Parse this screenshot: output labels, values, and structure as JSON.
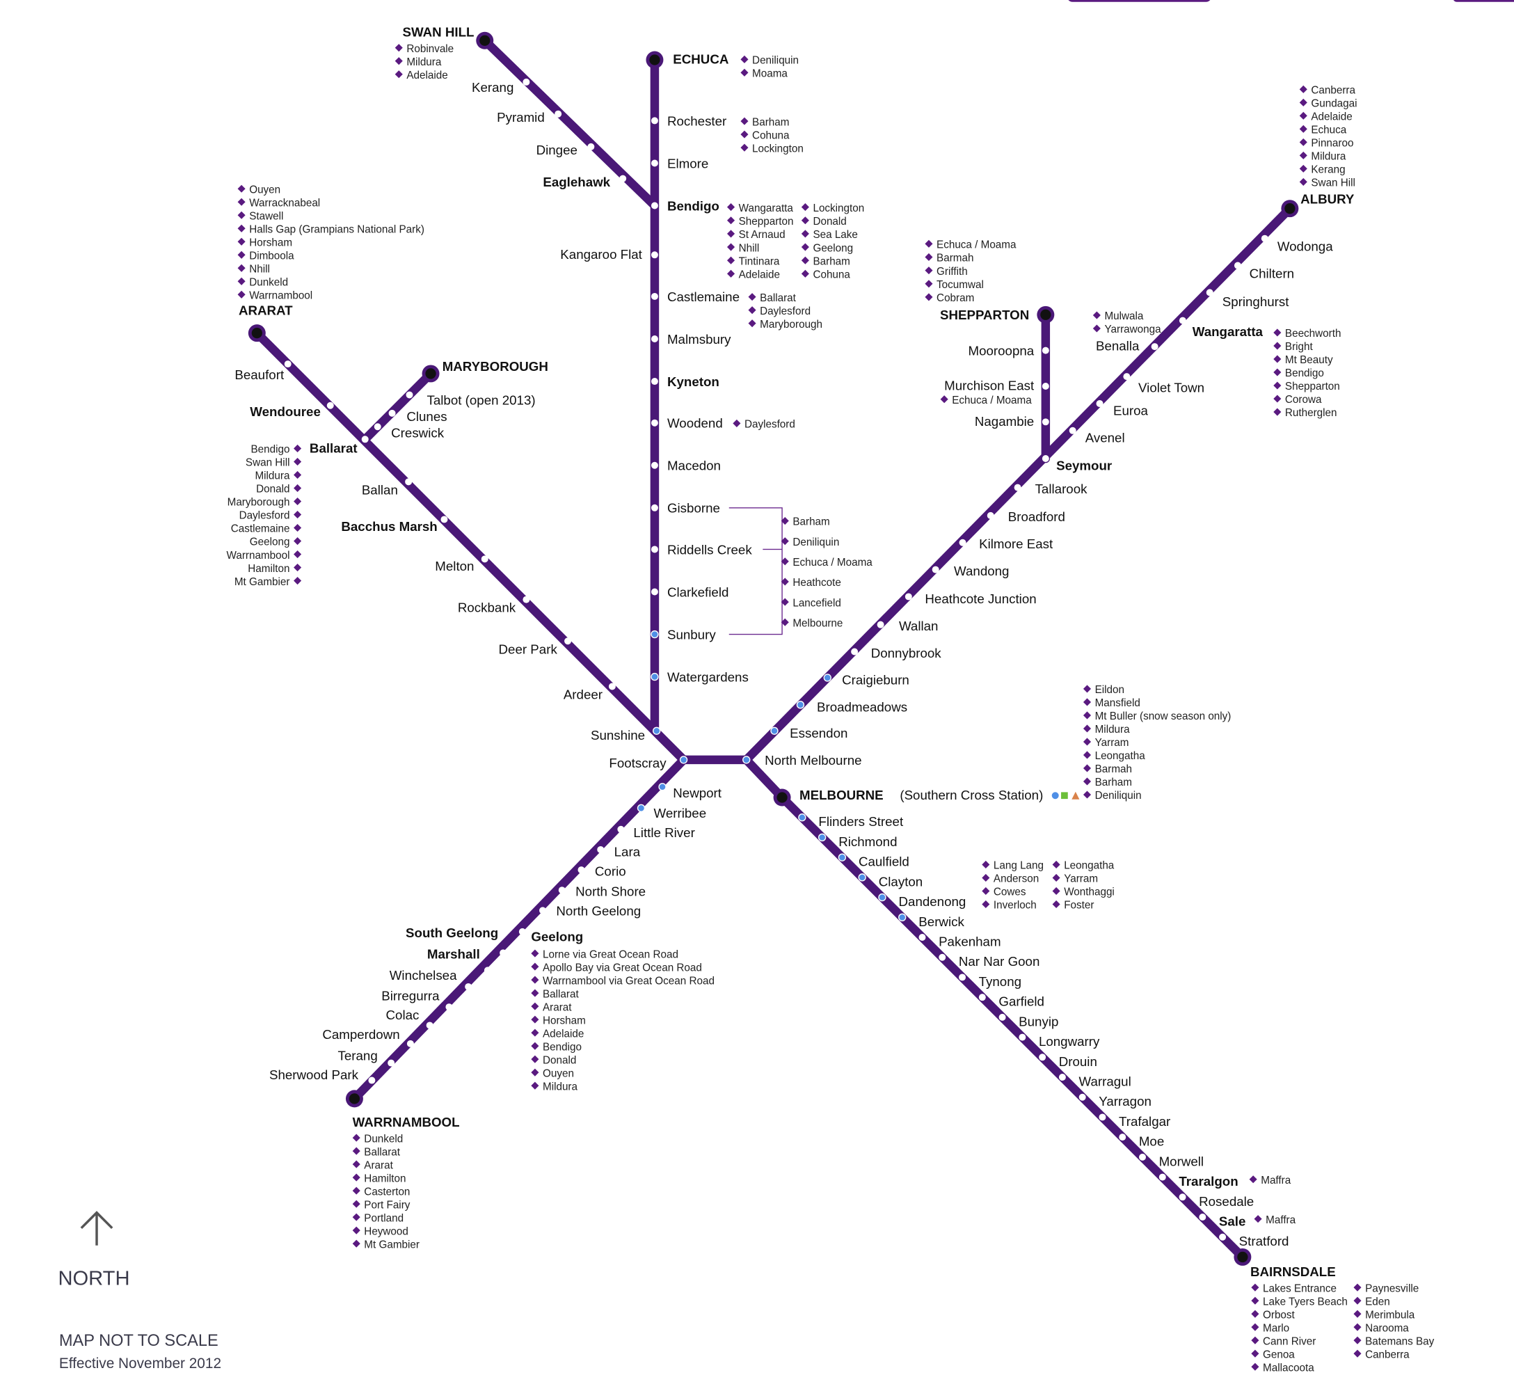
{
  "colors": {
    "line": "#4a1877",
    "diamond": "#5a1a80",
    "metro_dot": "#4f8fe6",
    "bus_square": "#6cbf3a",
    "coach_triangle": "#d9824a"
  },
  "lines": {
    "swan_hill": [
      {
        "name": "SWAN HILL",
        "kind": "terminus"
      },
      {
        "name": "Kerang"
      },
      {
        "name": "Pyramid"
      },
      {
        "name": "Dingee"
      },
      {
        "name": "Eaglehawk",
        "kind": "major"
      }
    ],
    "echuca": [
      {
        "name": "ECHUCA",
        "kind": "terminus"
      },
      {
        "name": "Rochester"
      },
      {
        "name": "Elmore"
      },
      {
        "name": "Bendigo",
        "kind": "major"
      },
      {
        "name": "Kangaroo Flat"
      },
      {
        "name": "Castlemaine"
      },
      {
        "name": "Malmsbury"
      },
      {
        "name": "Kyneton",
        "kind": "major"
      },
      {
        "name": "Woodend"
      },
      {
        "name": "Macedon"
      },
      {
        "name": "Gisborne"
      },
      {
        "name": "Riddells Creek"
      },
      {
        "name": "Clarkefield"
      },
      {
        "name": "Sunbury",
        "kind": "metro"
      },
      {
        "name": "Watergardens",
        "kind": "metro"
      },
      {
        "name": "Sunshine",
        "kind": "metro"
      }
    ],
    "ararat": [
      {
        "name": "ARARAT",
        "kind": "terminus"
      },
      {
        "name": "Beaufort"
      },
      {
        "name": "Wendouree",
        "kind": "major"
      },
      {
        "name": "Ballarat",
        "kind": "major"
      },
      {
        "name": "Ballan"
      },
      {
        "name": "Bacchus Marsh",
        "kind": "major"
      },
      {
        "name": "Melton"
      },
      {
        "name": "Rockbank"
      },
      {
        "name": "Deer Park"
      },
      {
        "name": "Ardeer"
      },
      {
        "name": "Footscray",
        "kind": "metro"
      }
    ],
    "maryborough": [
      {
        "name": "MARYBOROUGH",
        "kind": "terminus"
      },
      {
        "name": "Talbot (open 2013)"
      },
      {
        "name": "Clunes"
      },
      {
        "name": "Creswick"
      }
    ],
    "warrnambool": [
      {
        "name": "Newport",
        "kind": "metro"
      },
      {
        "name": "Werribee",
        "kind": "metro"
      },
      {
        "name": "Little River"
      },
      {
        "name": "Lara"
      },
      {
        "name": "Corio"
      },
      {
        "name": "North Shore"
      },
      {
        "name": "North Geelong"
      },
      {
        "name": "Geelong",
        "kind": "major"
      },
      {
        "name": "South Geelong",
        "kind": "major"
      },
      {
        "name": "Marshall",
        "kind": "major"
      },
      {
        "name": "Winchelsea"
      },
      {
        "name": "Birregurra"
      },
      {
        "name": "Colac"
      },
      {
        "name": "Camperdown"
      },
      {
        "name": "Terang"
      },
      {
        "name": "Sherwood Park"
      },
      {
        "name": "WARRNAMBOOL",
        "kind": "terminus"
      }
    ],
    "albury": [
      {
        "name": "North Melbourne",
        "kind": "metro"
      },
      {
        "name": "Essendon",
        "kind": "metro"
      },
      {
        "name": "Broadmeadows",
        "kind": "metro"
      },
      {
        "name": "Craigieburn",
        "kind": "metro"
      },
      {
        "name": "Donnybrook"
      },
      {
        "name": "Wallan"
      },
      {
        "name": "Heathcote Junction"
      },
      {
        "name": "Wandong"
      },
      {
        "name": "Kilmore East"
      },
      {
        "name": "Broadford"
      },
      {
        "name": "Tallarook"
      },
      {
        "name": "Seymour",
        "kind": "major"
      },
      {
        "name": "Avenel"
      },
      {
        "name": "Euroa"
      },
      {
        "name": "Violet Town"
      },
      {
        "name": "Benalla"
      },
      {
        "name": "Wangaratta",
        "kind": "major"
      },
      {
        "name": "Springhurst"
      },
      {
        "name": "Chiltern"
      },
      {
        "name": "Wodonga"
      },
      {
        "name": "ALBURY",
        "kind": "terminus"
      }
    ],
    "shepparton": [
      {
        "name": "SHEPPARTON",
        "kind": "terminus"
      },
      {
        "name": "Mooroopna"
      },
      {
        "name": "Murchison East"
      },
      {
        "name": "Nagambie"
      }
    ],
    "bairnsdale": [
      {
        "name": "MELBOURNE",
        "kind": "terminus",
        "suffix": "(Southern Cross Station)"
      },
      {
        "name": "Flinders Street",
        "kind": "metro"
      },
      {
        "name": "Richmond",
        "kind": "metro"
      },
      {
        "name": "Caulfield",
        "kind": "metro"
      },
      {
        "name": "Clayton",
        "kind": "metro"
      },
      {
        "name": "Dandenong",
        "kind": "metro"
      },
      {
        "name": "Berwick",
        "kind": "metro"
      },
      {
        "name": "Pakenham"
      },
      {
        "name": "Nar Nar Goon"
      },
      {
        "name": "Tynong"
      },
      {
        "name": "Garfield"
      },
      {
        "name": "Bunyip"
      },
      {
        "name": "Longwarry"
      },
      {
        "name": "Drouin"
      },
      {
        "name": "Warragul"
      },
      {
        "name": "Yarragon"
      },
      {
        "name": "Trafalgar"
      },
      {
        "name": "Moe"
      },
      {
        "name": "Morwell"
      },
      {
        "name": "Traralgon",
        "kind": "major"
      },
      {
        "name": "Rosedale"
      },
      {
        "name": "Sale",
        "kind": "major"
      },
      {
        "name": "Stratford"
      },
      {
        "name": "BAIRNSDALE",
        "kind": "terminus"
      }
    ]
  },
  "connections": {
    "swan_hill": [
      "Robinvale",
      "Mildura",
      "Adelaide"
    ],
    "echuca": [
      "Deniliquin",
      "Moama"
    ],
    "rochester": [
      "Barham",
      "Cohuna",
      "Lockington"
    ],
    "bendigo_1": [
      "Wangaratta",
      "Shepparton",
      "St Arnaud",
      "Nhill",
      "Tintinara",
      "Adelaide"
    ],
    "bendigo_2": [
      "Lockington",
      "Donald",
      "Sea Lake",
      "Geelong",
      "Barham",
      "Cohuna"
    ],
    "castlemaine": [
      "Ballarat",
      "Daylesford",
      "Maryborough"
    ],
    "woodend": [
      "Daylesford"
    ],
    "gisborne_sunbury": [
      "Barham",
      "Deniliquin",
      "Echuca / Moama",
      "Heathcote",
      "Lancefield",
      "Melbourne"
    ],
    "ararat": [
      "Ouyen",
      "Warracknabeal",
      "Stawell",
      "Halls Gap (Grampians National Park)",
      "Horsham",
      "Dimboola",
      "Nhill",
      "Dunkeld",
      "Warrnambool"
    ],
    "ballarat": [
      "Bendigo",
      "Swan Hill",
      "Mildura",
      "Donald",
      "Maryborough",
      "Daylesford",
      "Castlemaine",
      "Geelong",
      "Warrnambool",
      "Hamilton",
      "Mt Gambier"
    ],
    "shepparton": [
      "Echuca / Moama",
      "Barmah",
      "Griffith",
      "Tocumwal",
      "Cobram"
    ],
    "murchison_east": [
      "Echuca / Moama"
    ],
    "benalla": [
      "Mulwala",
      "Yarrawonga"
    ],
    "albury": [
      "Canberra",
      "Gundagai",
      "Adelaide",
      "Echuca",
      "Pinnaroo",
      "Mildura",
      "Kerang",
      "Swan Hill"
    ],
    "wangaratta": [
      "Beechworth",
      "Bright",
      "Mt Beauty",
      "Bendigo",
      "Shepparton",
      "Corowa",
      "Rutherglen"
    ],
    "melbourne": [
      "Eildon",
      "Mansfield",
      "Mt Buller (snow season only)",
      "Mildura",
      "Yarram",
      "Leongatha",
      "Barmah",
      "Barham",
      "Deniliquin"
    ],
    "dandenong_1": [
      "Lang Lang",
      "Anderson",
      "Cowes",
      "Inverloch"
    ],
    "dandenong_2": [
      "Leongatha",
      "Yarram",
      "Wonthaggi",
      "Foster"
    ],
    "geelong": [
      "Lorne via Great Ocean Road",
      "Apollo Bay via Great Ocean Road",
      "Warrnambool via Great Ocean Road",
      "Ballarat",
      "Ararat",
      "Horsham",
      "Adelaide",
      "Bendigo",
      "Donald",
      "Ouyen",
      "Mildura"
    ],
    "warrnambool": [
      "Dunkeld",
      "Ballarat",
      "Ararat",
      "Hamilton",
      "Casterton",
      "Port Fairy",
      "Portland",
      "Heywood",
      "Mt Gambier"
    ],
    "traralgon": [
      "Maffra"
    ],
    "sale": [
      "Maffra"
    ],
    "bairnsdale_1": [
      "Lakes Entrance",
      "Lake Tyers Beach",
      "Orbost",
      "Marlo",
      "Cann River",
      "Genoa",
      "Mallacoota"
    ],
    "bairnsdale_2": [
      "Paynesville",
      "Eden",
      "Merimbula",
      "Narooma",
      "Batemans Bay",
      "Canberra"
    ]
  },
  "footer": {
    "north_label": "NORTH",
    "scale_note": "MAP NOT TO SCALE",
    "effective": "Effective November 2012"
  }
}
